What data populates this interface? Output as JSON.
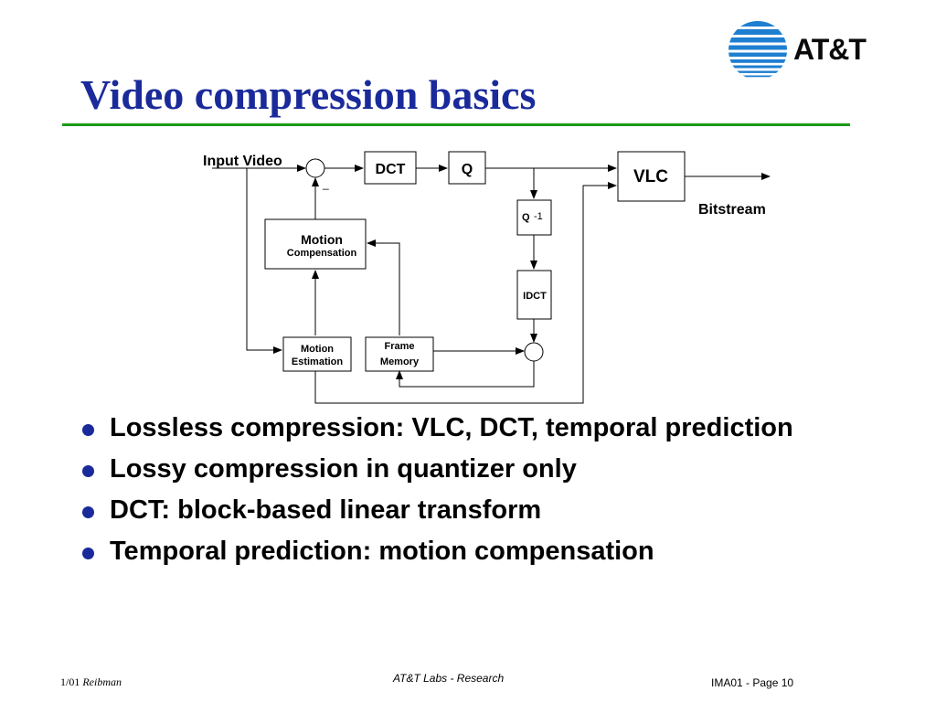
{
  "slide": {
    "title": "Video compression basics",
    "logo_text": "AT&T",
    "colors": {
      "title": "#1a2a9a",
      "rule": "#1a9a1a",
      "logo_blue": "#1e7fd0"
    }
  },
  "diagram": {
    "input_label": "Input Video",
    "minus_sign": "_",
    "dct": "DCT",
    "q": "Q",
    "vlc": "VLC",
    "bitstream": "Bitstream",
    "qinv": "Q",
    "qinv_sup": "-1",
    "idct": "IDCT",
    "mc_line1": "Motion",
    "mc_line2": "Compensation",
    "me_line1": "Motion",
    "me_line2": "Estimation",
    "fm_line1": "Frame",
    "fm_line2": "Memory"
  },
  "bullets": [
    "Lossless compression: VLC, DCT, temporal prediction",
    "Lossy compression in quantizer only",
    "DCT: block-based linear transform",
    "Temporal prediction: motion compensation"
  ],
  "footer": {
    "left_date": "1/01",
    "left_author": "Reibman",
    "center": "AT&T Labs - Research",
    "right": "IMA01 - Page 10"
  }
}
